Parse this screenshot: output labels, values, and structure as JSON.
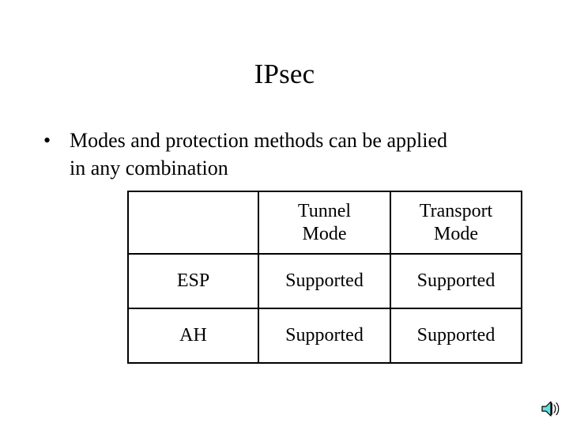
{
  "slide": {
    "title": "IPsec",
    "background_color": "#ffffff",
    "text_color": "#000000"
  },
  "bullets": [
    {
      "marker": "•",
      "text": "Modes and protection methods can be applied in any combination"
    }
  ],
  "table": {
    "headers": [
      {
        "lines": []
      },
      {
        "lines": [
          "Tunnel",
          "Mode"
        ]
      },
      {
        "lines": [
          "Transport",
          "Mode"
        ]
      }
    ],
    "rows": [
      {
        "label": "ESP",
        "tunnel": "Supported",
        "transport": "Supported"
      },
      {
        "label": "AH",
        "tunnel": "Supported",
        "transport": "Supported"
      }
    ],
    "border_color": "#000000"
  },
  "media": {
    "audio_icon_name": "speaker-icon",
    "speaker_color": "#66e0e0",
    "speaker_outline": "#000000"
  }
}
